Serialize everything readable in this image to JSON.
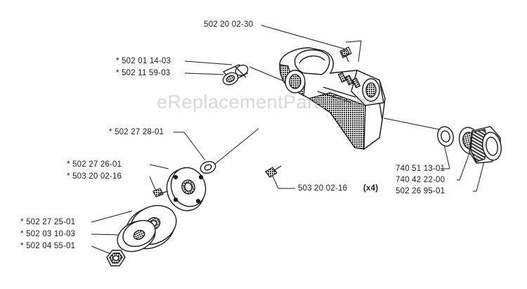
{
  "watermark": "eReplacementParts.com",
  "parts": {
    "top_screw": "502 20 02-30",
    "plug_a": "* 502 01 14-03",
    "plug_b": "* 502 11 59-03",
    "washer_small": "* 502 27 28-01",
    "support_cup": "* 502 27 26-01",
    "screw_small": "* 503 20 02-16",
    "guard_plate": "* 502 27 25-01",
    "cup_washer": "* 502 03 10-03",
    "nut": "* 502 04 55-01",
    "head_screw": "503 20 02-16",
    "head_screw_qty": "(x4)",
    "ring_a": "740 51 13-01",
    "ring_b": "740 42 22-00",
    "sleeve": "502 26 95-01"
  },
  "colors": {
    "line": "#1a1a1a",
    "shade": "#3a3a3a"
  }
}
